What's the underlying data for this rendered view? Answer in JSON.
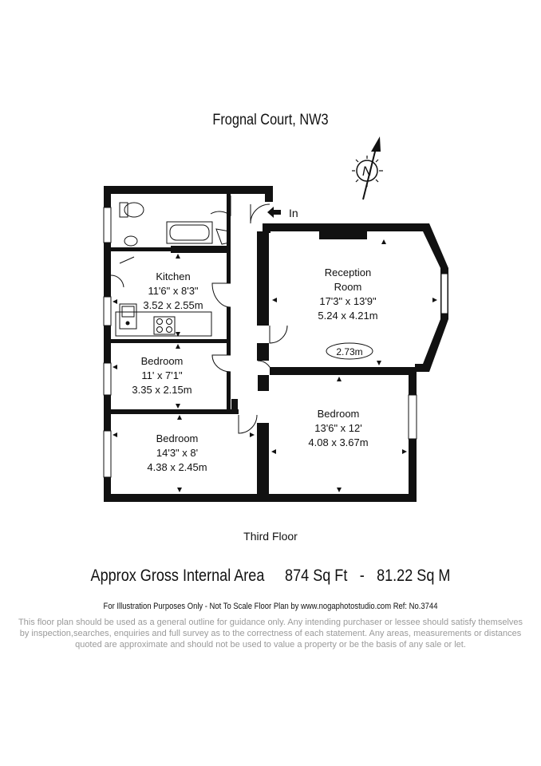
{
  "title": "Frognal Court, NW3",
  "compass_letter": "N",
  "entrance_label": "In",
  "rooms": {
    "reception": {
      "name_line1": "Reception",
      "name_line2": "Room",
      "imperial": "17'3\" x 13'9\"",
      "metric": "5.24 x 4.21m",
      "bay": "2.73m"
    },
    "kitchen": {
      "name": "Kitchen",
      "imperial": "11'6\" x 8'3\"",
      "metric": "3.52 x 2.55m"
    },
    "bedroom_small": {
      "name": "Bedroom",
      "imperial": "11' x 7'1\"",
      "metric": "3.35 x 2.15m"
    },
    "bedroom_left": {
      "name": "Bedroom",
      "imperial": "14'3\" x 8'",
      "metric": "4.38 x 2.45m"
    },
    "bedroom_right": {
      "name": "Bedroom",
      "imperial": "13'6\" x 12'",
      "metric": "4.08 x 3.67m"
    }
  },
  "floor_label": "Third Floor",
  "area": {
    "label": "Approx Gross Internal Area",
    "sqft": "874 Sq Ft",
    "separator": "-",
    "sqm": "81.22 Sq M"
  },
  "credits": "For Illustration Purposes Only - Not To Scale   Floor Plan by www.nogaphotostudio.com   Ref: No.3744",
  "disclaimer": "This floor plan should be used as a general outline for guidance only. Any intending purchaser or lessee should satisfy themselves by inspection,searches, enquiries and full survey as to the correctness of each statement. Any areas, measurements or distances quoted are approximate and should not be used to value a property or be the basis of any sale or let.",
  "colors": {
    "wall": "#111111",
    "disclaimer": "#9a9a9a"
  }
}
